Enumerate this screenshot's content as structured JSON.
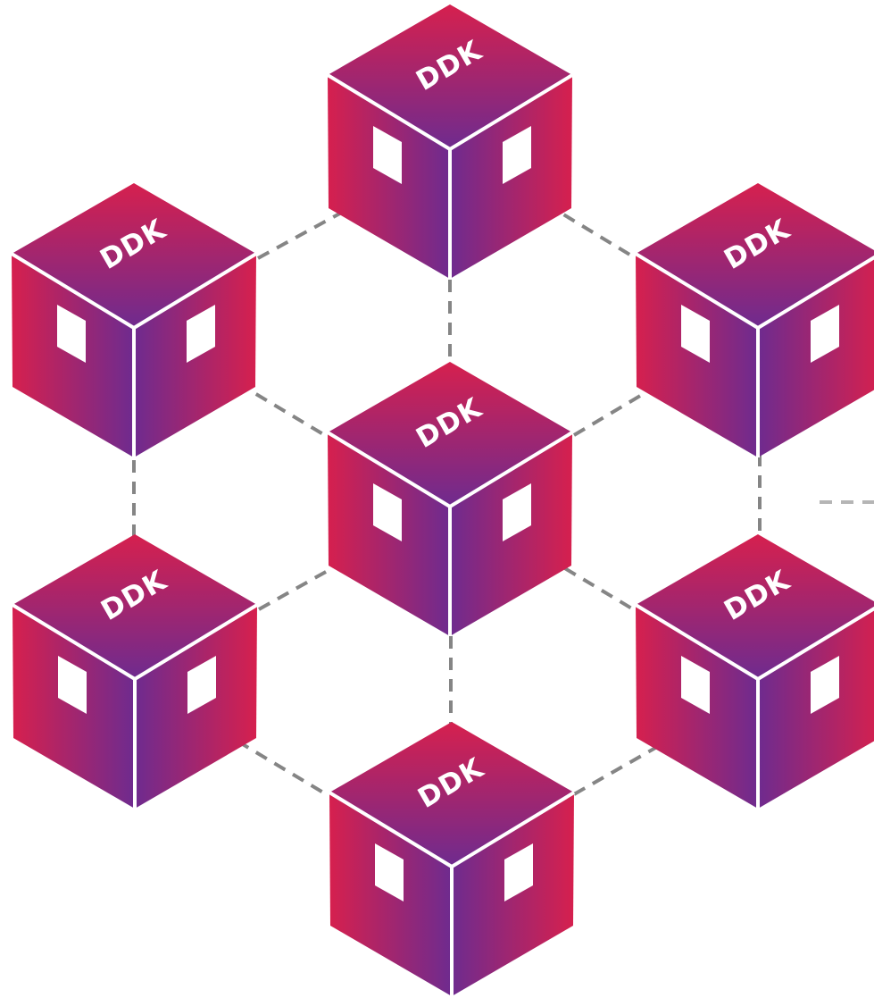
{
  "diagram": {
    "colors": {
      "background": "#ffffff",
      "gradient_pink": "#d6204e",
      "gradient_purple": "#6e2b8f",
      "edge": "#ffffff",
      "connector": "#858585",
      "connector_faint": "#b5b5b5"
    },
    "cubes": [
      {
        "id": "top",
        "label": "DDK"
      },
      {
        "id": "upper-left",
        "label": "DDK"
      },
      {
        "id": "upper-right",
        "label": "DDK"
      },
      {
        "id": "center",
        "label": "DDK"
      },
      {
        "id": "lower-left",
        "label": "DDK"
      },
      {
        "id": "lower-right",
        "label": "DDK"
      },
      {
        "id": "bottom",
        "label": "DDK"
      }
    ]
  }
}
